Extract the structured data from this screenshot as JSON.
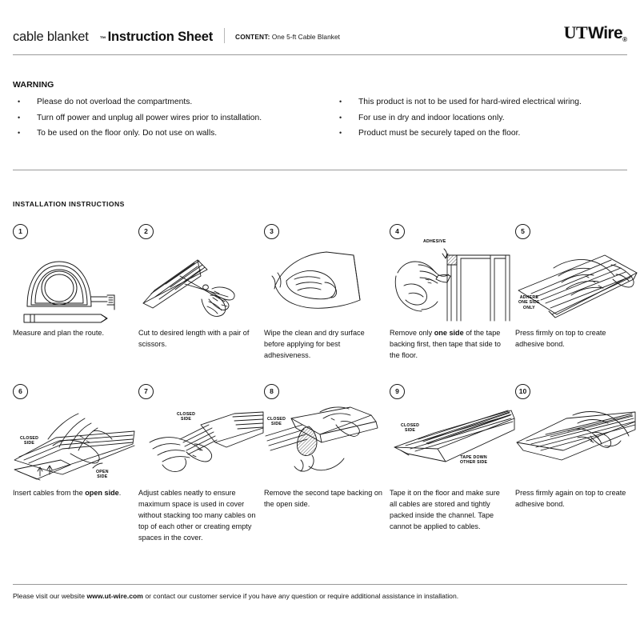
{
  "header": {
    "brand": "cable blanket",
    "tm": "™",
    "title": "Instruction Sheet",
    "content_label": "CONTENT:",
    "content_value": "One 5-ft Cable Blanket",
    "logo_primary": "UT",
    "logo_secondary": "Wire",
    "logo_registered": "®"
  },
  "warning": {
    "title": "WARNING",
    "bullet": "•",
    "left_items": [
      "Please do not overload the compartments.",
      "Turn off power and unplug all power wires prior to installation.",
      "To be used on the floor only. Do not use on walls."
    ],
    "right_items": [
      "This product is not to be used for hard-wired electrical wiring.",
      "For use in dry and indoor locations only.",
      "Product must be securely taped on the floor."
    ]
  },
  "installation": {
    "title": "INSTALLATION INSTRUCTIONS",
    "steps": [
      {
        "number": "1",
        "caption_pre": "Measure and plan the route.",
        "caption_bold": "",
        "caption_post": "",
        "callouts": []
      },
      {
        "number": "2",
        "caption_pre": "Cut to desired length with a pair of scissors.",
        "caption_bold": "",
        "caption_post": "",
        "callouts": []
      },
      {
        "number": "3",
        "caption_pre": "Wipe the clean and dry surface before applying for best adhesiveness.",
        "caption_bold": "",
        "caption_post": "",
        "callouts": []
      },
      {
        "number": "4",
        "caption_pre": "Remove only ",
        "caption_bold": "one side",
        "caption_post": " of the tape backing first, then tape that side to the floor.",
        "callouts": [
          "ADHESIVE"
        ]
      },
      {
        "number": "5",
        "caption_pre": "Press firmly on top to create adhesive bond.",
        "caption_bold": "",
        "caption_post": "",
        "callouts": [
          "ADHERE\nONE SIDE\nONLY"
        ]
      },
      {
        "number": "6",
        "caption_pre": "Insert cables from the ",
        "caption_bold": "open side",
        "caption_post": ".",
        "callouts": [
          "CLOSED\nSIDE",
          "OPEN\nSIDE"
        ]
      },
      {
        "number": "7",
        "caption_pre": "Adjust cables neatly to ensure maximum space is used in cover without stacking too many cables on top of each other or creating empty spaces in the cover.",
        "caption_bold": "",
        "caption_post": "",
        "callouts": [
          "CLOSED\nSIDE"
        ]
      },
      {
        "number": "8",
        "caption_pre": "Remove the second tape backing on the open side.",
        "caption_bold": "",
        "caption_post": "",
        "callouts": [
          "CLOSED\nSIDE"
        ]
      },
      {
        "number": "9",
        "caption_pre": "Tape it on the floor and make sure all cables are stored and tightly packed inside the channel. Tape cannot be applied to cables.",
        "caption_bold": "",
        "caption_post": "",
        "callouts": [
          "CLOSED\nSIDE",
          "TAPE DOWN\nOTHER SIDE"
        ]
      },
      {
        "number": "10",
        "caption_pre": "Press firmly again on top to create adhesive bond.",
        "caption_bold": "",
        "caption_post": "",
        "callouts": []
      }
    ]
  },
  "footer": {
    "pre": "Please visit our website ",
    "site": "www.ut-wire.com",
    "post": " or contact our customer service if you have any question or require additional assistance in installation."
  },
  "colors": {
    "ink": "#111111",
    "rule": "#9a9a9a",
    "paper": "#ffffff"
  }
}
